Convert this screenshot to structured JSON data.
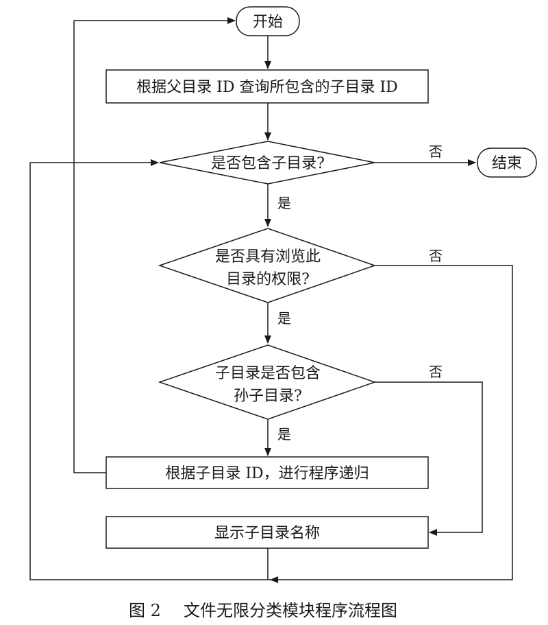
{
  "nodes": {
    "start": "开始",
    "query": "根据父目录 ID 查询所包含的子目录 ID",
    "has_subdir": "是否包含子目录?",
    "end": "结束",
    "permission_line1": "是否具有浏览此",
    "permission_line2": "目录的权限?",
    "has_grandchild_line1": "子目录是否包含",
    "has_grandchild_line2": "孙子目录?",
    "recurse": "根据子目录 ID，进行程序递归",
    "display": "显示子目录名称"
  },
  "edges": {
    "yes": "是",
    "no": "否"
  },
  "caption": {
    "figure_number": "图 2",
    "title": "文件无限分类模块程序流程图"
  }
}
